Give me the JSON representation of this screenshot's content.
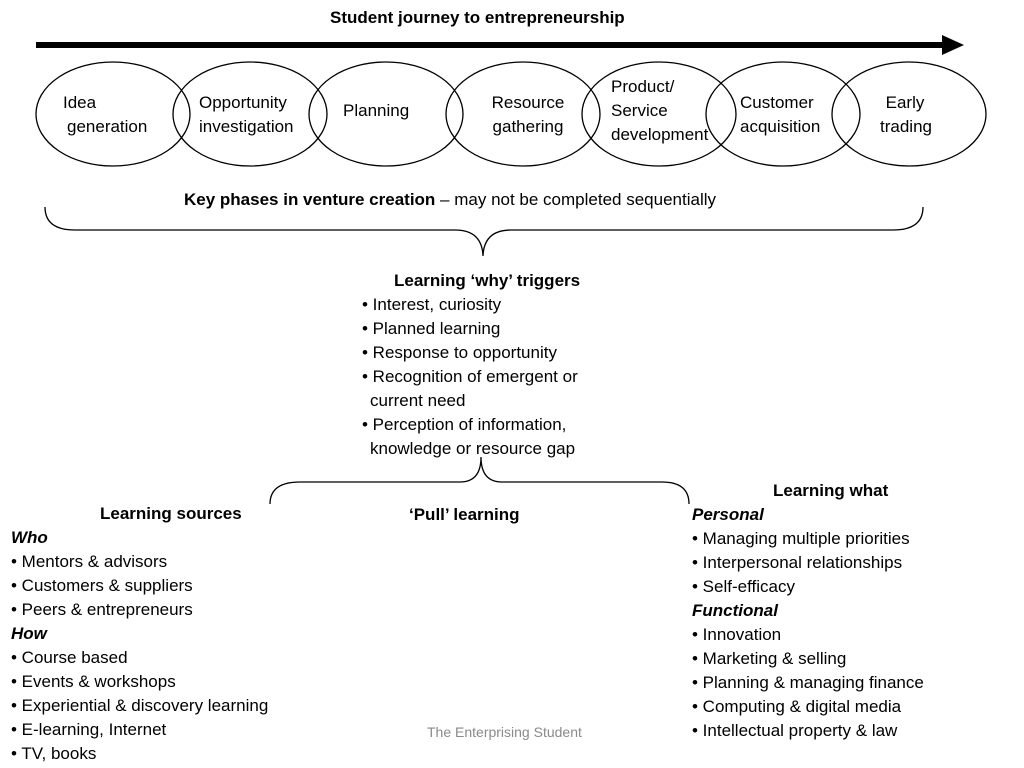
{
  "title": "Student journey to entrepreneurship",
  "phases": [
    {
      "line1": "Idea",
      "line2": "generation"
    },
    {
      "line1": "Opportunity",
      "line2": "investigation"
    },
    {
      "line1": "Planning",
      "line2": ""
    },
    {
      "line1": "Resource",
      "line2": "gathering"
    },
    {
      "line1": "Product/",
      "line2": "Service",
      "line3": "development"
    },
    {
      "line1": "Customer",
      "line2": "acquisition"
    },
    {
      "line1": "Early",
      "line2": "trading"
    }
  ],
  "phases_caption": {
    "bold": "Key phases in venture creation",
    "rest": " – may not be completed sequentially"
  },
  "triggers": {
    "heading": "Learning ‘why’ triggers",
    "items": [
      "• Interest, curiosity",
      "• Planned learning",
      "• Response to opportunity",
      "• Recognition of emergent or",
      "current need",
      "• Perception of information,",
      "knowledge or resource gap"
    ]
  },
  "pull_label": "‘Pull’ learning",
  "sources": {
    "heading": "Learning sources",
    "who_label": "Who",
    "who_items": [
      "• Mentors & advisors",
      "• Customers & suppliers",
      "• Peers & entrepreneurs"
    ],
    "how_label": "How",
    "how_items": [
      "• Course based",
      "• Events & workshops",
      "• Experiential & discovery learning",
      "• E-learning, Internet",
      "• TV, books"
    ]
  },
  "what": {
    "heading": "Learning what",
    "personal_label": "Personal",
    "personal_items": [
      "• Managing multiple priorities",
      "• Interpersonal relationships",
      "• Self-efficacy"
    ],
    "functional_label": "Functional",
    "functional_items": [
      "• Innovation",
      "• Marketing & selling",
      "• Planning & managing finance",
      "• Computing & digital media",
      "• Intellectual property & law"
    ]
  },
  "footer": "The Enterprising Student"
}
